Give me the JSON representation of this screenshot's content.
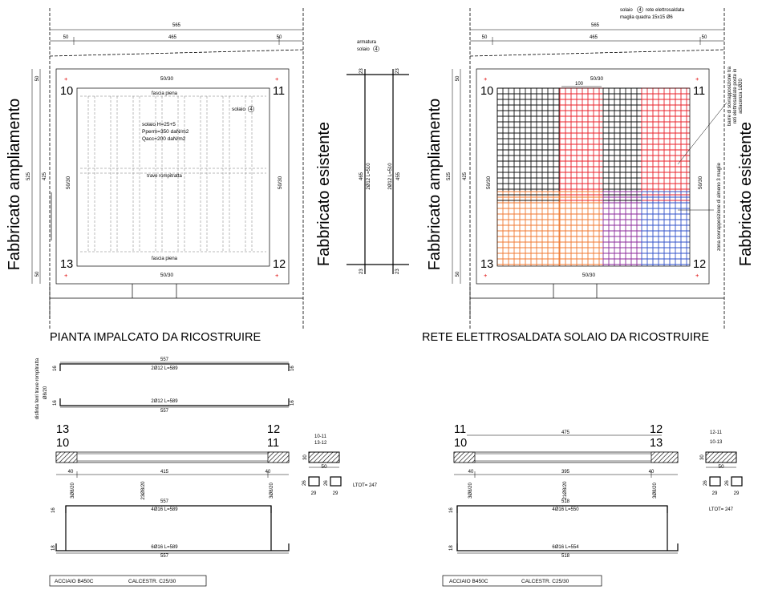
{
  "left_plan": {
    "title": "PIANTA IMPALCATO DA RICOSTRUIRE",
    "label_left": "Fabbricato ampliamento",
    "label_right": "Fabbricato esistente",
    "dim_total": "565",
    "dim_left": "50",
    "dim_mid": "465",
    "dim_right": "50",
    "dim_vert_total": "525",
    "dim_vert_mid": "425",
    "dim_vert_top": "50",
    "dim_vert_bot": "50",
    "beam_top": "50/30",
    "beam_bot": "50/30",
    "beam_left": "50/30",
    "beam_right": "50/30",
    "node_10": "10",
    "node_11": "11",
    "node_12": "12",
    "node_13": "13",
    "fascia_top": "fascia piena",
    "fascia_bot": "fascia piena",
    "trave": "trave rompitratta",
    "solaio_tag": "solaio",
    "solaio_num": "4",
    "solaio_h": "solaio H=25+5",
    "perm": "Pperm=350 daN/m2",
    "acc": "Qacc=200 daN/m2"
  },
  "armatura": {
    "title_1": "armatura",
    "title_2": "solaio",
    "title_num": "4",
    "dim_top_1": "23",
    "dim_top_2": "23",
    "dim_bot_1": "23",
    "dim_bot_2": "23",
    "dim_465": "465",
    "dim_455": "455",
    "bar_1": "2Ø12 L=510",
    "bar_2": "2Ø12 L=510"
  },
  "right_plan": {
    "title": "RETE ELETTROSALDATA SOLAIO DA RICOSTRUIRE",
    "label_left": "Fabbricato ampliamento",
    "label_right": "Fabbricato esistente",
    "note_solaio": "solaio",
    "note_num": "4",
    "note_rete": "rete elettrosaldata",
    "note_maglia": "maglia quadra 15x15 Ø6",
    "dim_total": "565",
    "dim_left": "50",
    "dim_mid": "465",
    "dim_right": "50",
    "dim_vert_total": "525",
    "dim_vert_mid": "425",
    "dim_vert_top": "50",
    "dim_vert_bot": "50",
    "dim_100": "100",
    "beam_top": "50/30",
    "beam_bot": "50/30",
    "beam_left": "50/30",
    "beam_right": "50/30",
    "node_10": "10",
    "node_11": "11",
    "node_12": "12",
    "node_13": "13",
    "note_barre_1": "barre di sovrapposizione tra",
    "note_barre_2": "reti elettrosaldate poste in",
    "note_barre_3": "adiacenza 1Ø20",
    "note_zona": "zona sovrapposizione di almeno 3 maglie",
    "colors": {
      "black": "#111111",
      "red": "#e8202a",
      "orange": "#f07830",
      "purple": "#8a2a9a",
      "blue": "#3050c8"
    }
  },
  "trave_rompitratta": {
    "side_label": "disfinta ferri trave rompitratta",
    "side_label_2": "Ø8/20",
    "dim_557_top": "557",
    "bar_top": "2Ø12 L=589",
    "bar_bot": "2Ø12 L=589",
    "dim_557_bot": "557",
    "hook_1": "16",
    "hook_2": "16",
    "hook_3": "16",
    "hook_4": "16"
  },
  "beam_left": {
    "node_tl": "13",
    "node_bl": "10",
    "node_tr": "12",
    "node_br": "11",
    "section_label_1": "10-11",
    "section_label_2": "13-12",
    "sec_h": "30",
    "sec_w": "50",
    "stirrup_h": "26",
    "stirrup_w": "29",
    "stirrup_h2": "26",
    "stirrup_w2": "29",
    "ltot": "LTOT= 247",
    "dim_40a": "40",
    "dim_415": "415",
    "dim_40b": "40",
    "stir_1": "3Ø8/20",
    "stir_2": "23Ø8/20",
    "stir_3": "3Ø8/20",
    "dim_557_top": "557",
    "bar_top": "4Ø16 L=589",
    "bar_bot": "6Ø16 L=589",
    "dim_557_bot": "557",
    "hook_top": "16",
    "hook_bot": "18",
    "steel": "ACCIAIO  B450C",
    "concrete": "CALCESTR. C25/30"
  },
  "beam_right": {
    "node_tl": "11",
    "node_bl": "10",
    "node_tr": "12",
    "node_br": "13",
    "dim_475": "475",
    "section_label_1": "12-11",
    "section_label_2": "10-13",
    "sec_h": "30",
    "sec_w": "50",
    "stirrup_h": "26",
    "stirrup_w": "29",
    "stirrup_h2": "26",
    "stirrup_w2": "29",
    "ltot": "LTOT= 247",
    "dim_40a": "40",
    "dim_395": "395",
    "dim_40b": "40",
    "stir_1": "3Ø8/20",
    "stir_2": "21Ø8/20",
    "stir_3": "3Ø8/20",
    "dim_518_top": "518",
    "bar_top": "4Ø16 L=550",
    "bar_bot": "6Ø16 L=554",
    "dim_518_bot": "518",
    "hook_top": "16",
    "hook_bot": "18",
    "steel": "ACCIAIO  B450C",
    "concrete": "CALCESTR. C25/30"
  }
}
